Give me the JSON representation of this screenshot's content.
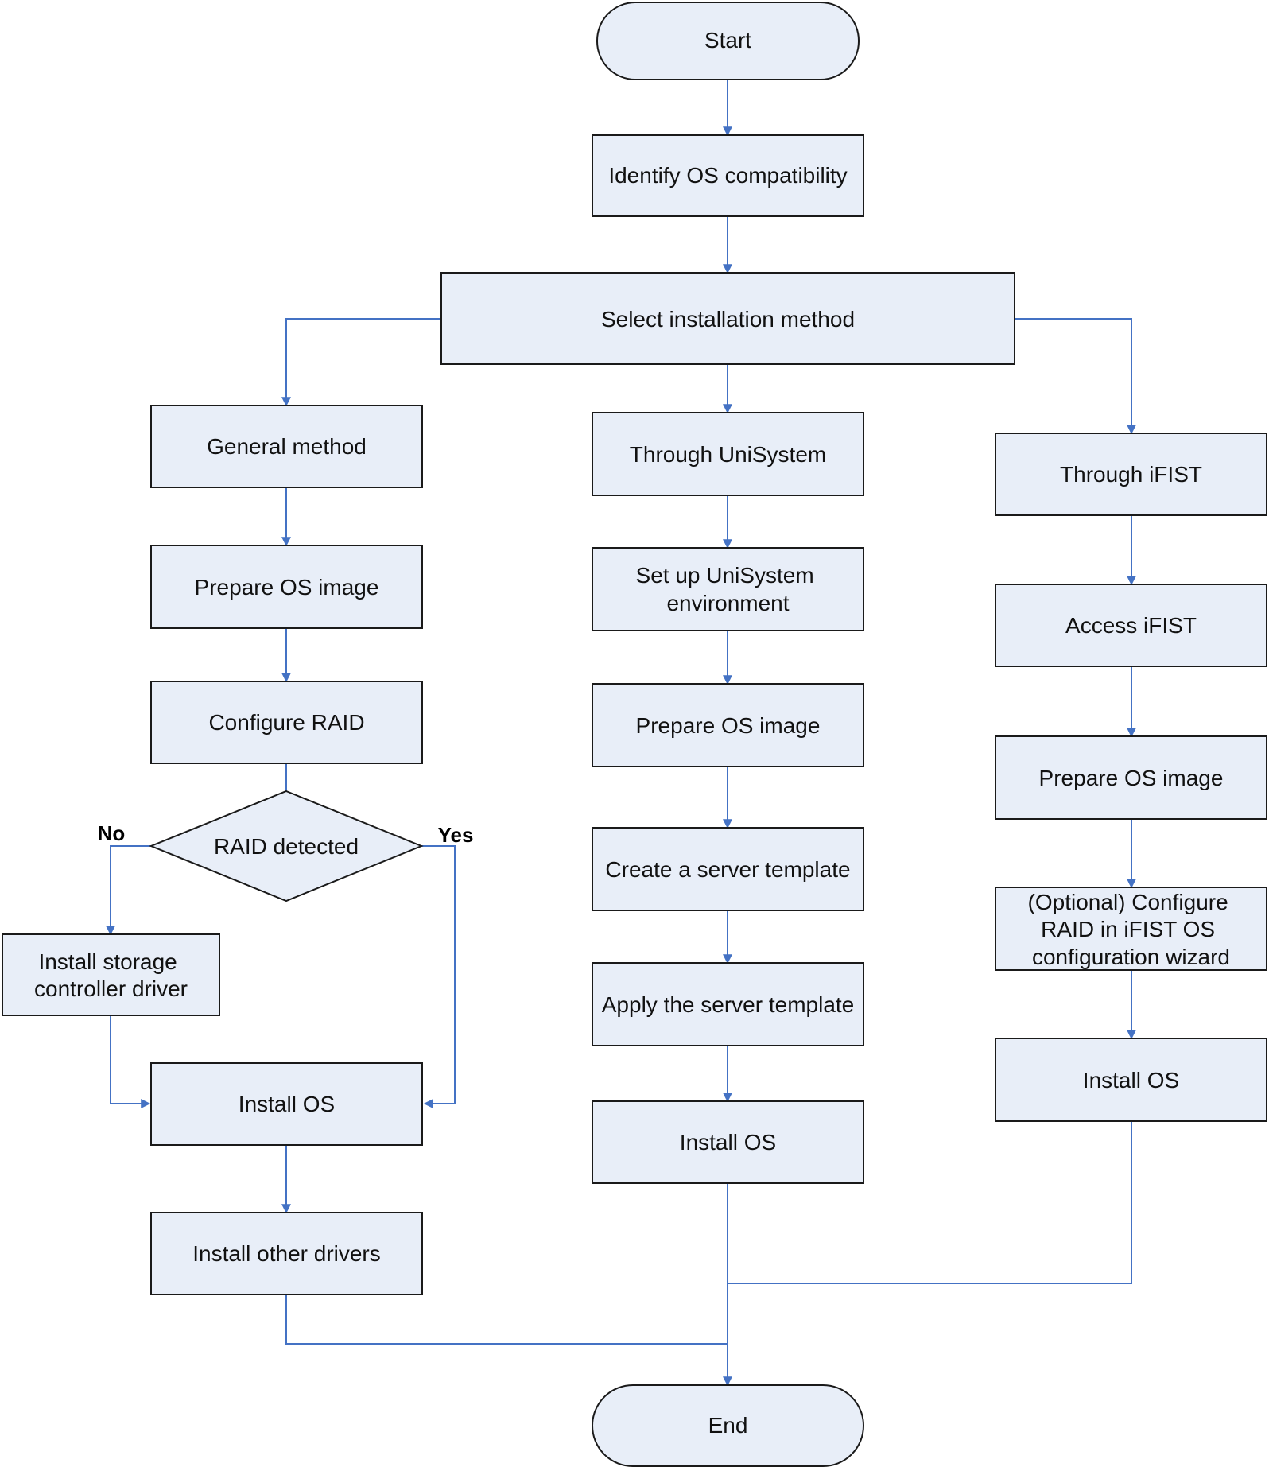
{
  "nodes": {
    "start": "Start",
    "identify": "Identify OS compatibility",
    "select": "Select installation method",
    "general": "General method",
    "prep_general": "Prepare OS image",
    "config_raid": "Configure RAID",
    "raid_detected": "RAID detected",
    "install_driver": [
      "Install storage",
      "controller driver"
    ],
    "install_os_general": "Install OS",
    "install_other": "Install other drivers",
    "unisystem": "Through UniSystem",
    "setup_uni": [
      "Set up UniSystem",
      "environment"
    ],
    "prep_uni": "Prepare OS image",
    "create_template": "Create a server template",
    "apply_template": "Apply the server template",
    "install_os_uni": "Install OS",
    "ifist": "Through iFIST",
    "access_ifist": "Access iFIST",
    "prep_ifist": "Prepare OS image",
    "optional_raid": [
      "(Optional) Configure",
      "RAID in iFIST OS",
      "configuration wizard"
    ],
    "install_os_ifist": "Install OS",
    "end": "End"
  },
  "branches": {
    "no": "No",
    "yes": "Yes"
  },
  "colors": {
    "box_fill": "#e8eef8",
    "box_stroke": "#1a1a1a",
    "connector": "#4472c4"
  }
}
